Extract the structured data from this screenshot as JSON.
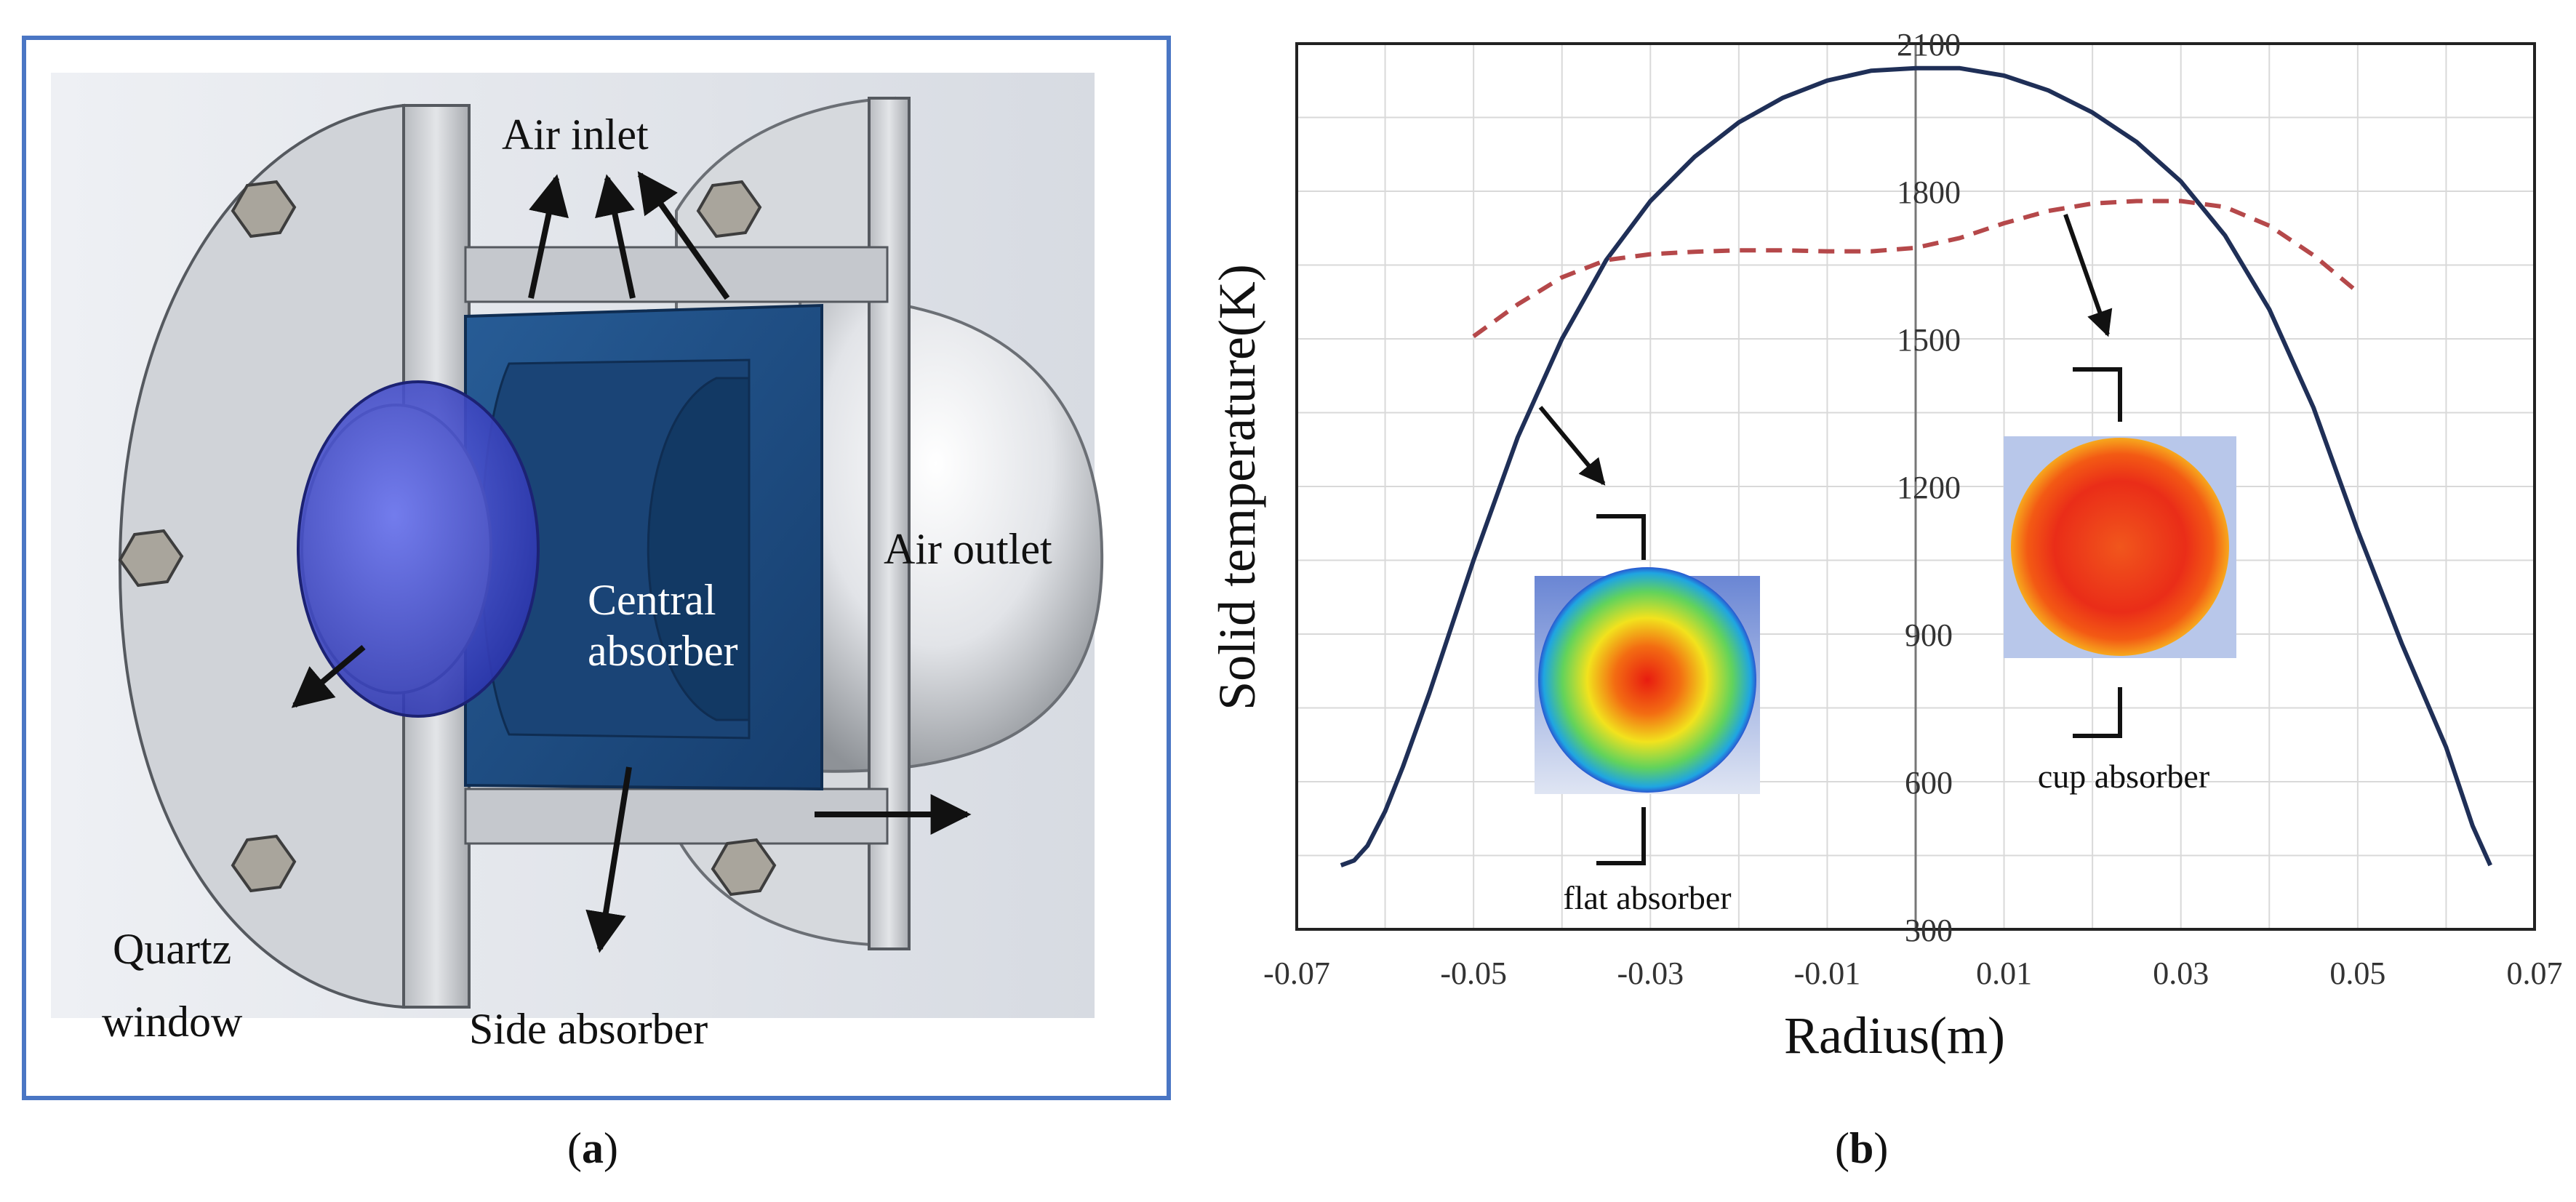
{
  "panel_a": {
    "caption_letter": "a",
    "labels": {
      "air_inlet": "Air inlet",
      "air_outlet": "Air outlet",
      "central_absorber_1": "Central",
      "central_absorber_2": "absorber",
      "quartz_1": "Quartz",
      "quartz_2": "window",
      "side_absorber": "Side absorber"
    },
    "colors": {
      "frame": "#4a76c4",
      "absorber": "#1d4f86",
      "steel": "#c9ccd0",
      "window": "#3b45c8"
    }
  },
  "panel_b": {
    "caption_letter": "b",
    "inset_labels": {
      "flat": "flat absorber",
      "cup": "cup absorber"
    }
  },
  "chart_data": {
    "type": "line",
    "title": "",
    "xlabel": "Radius(m)",
    "ylabel": "Solid temperature(K)",
    "xlim": [
      -0.07,
      0.07
    ],
    "ylim": [
      300,
      2100
    ],
    "xticks": [
      "-0.07",
      "-0.05",
      "-0.03",
      "-0.01",
      "0.01",
      "0.03",
      "0.05",
      "0.07"
    ],
    "yticks": [
      "300",
      "600",
      "900",
      "1200",
      "1500",
      "1800",
      "2100"
    ],
    "grid": true,
    "series": [
      {
        "style": "solid",
        "color": "#1f2f57",
        "x": [
          -0.065,
          -0.0635,
          -0.062,
          -0.06,
          -0.058,
          -0.055,
          -0.05,
          -0.045,
          -0.04,
          -0.035,
          -0.03,
          -0.025,
          -0.02,
          -0.015,
          -0.01,
          -0.005,
          0,
          0.005,
          0.01,
          0.015,
          0.02,
          0.025,
          0.03,
          0.035,
          0.04,
          0.045,
          0.05,
          0.055,
          0.06,
          0.063,
          0.065
        ],
        "y": [
          430,
          440,
          470,
          540,
          630,
          780,
          1050,
          1300,
          1500,
          1660,
          1780,
          1870,
          1940,
          1990,
          2025,
          2045,
          2050,
          2050,
          2035,
          2005,
          1960,
          1900,
          1820,
          1710,
          1560,
          1360,
          1110,
          880,
          670,
          510,
          430
        ]
      },
      {
        "style": "dashed",
        "color": "#b5484a",
        "x": [
          -0.05,
          -0.045,
          -0.04,
          -0.035,
          -0.03,
          -0.025,
          -0.02,
          -0.015,
          -0.01,
          -0.005,
          0,
          0.005,
          0.01,
          0.015,
          0.02,
          0.025,
          0.03,
          0.035,
          0.04,
          0.045,
          0.05
        ],
        "y": [
          1505,
          1570,
          1625,
          1660,
          1672,
          1677,
          1680,
          1680,
          1678,
          1678,
          1685,
          1705,
          1735,
          1760,
          1775,
          1780,
          1780,
          1768,
          1730,
          1670,
          1595
        ]
      }
    ]
  }
}
